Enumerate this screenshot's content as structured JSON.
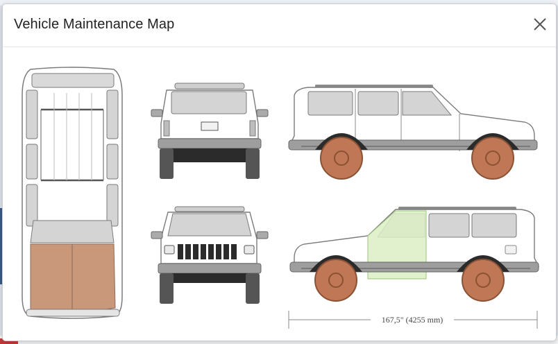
{
  "modal": {
    "title": "Vehicle Maintenance Map",
    "close_icon": "close-icon"
  },
  "diagram": {
    "dimension_label": "167,5\" (4255 mm)",
    "views": [
      "top-view",
      "rear-view",
      "front-view",
      "left-side-view",
      "right-side-view"
    ],
    "highlight_colors": {
      "damage": "#c9987a",
      "wheel": "#c07755",
      "door_highlight": "#dcefc6"
    }
  }
}
